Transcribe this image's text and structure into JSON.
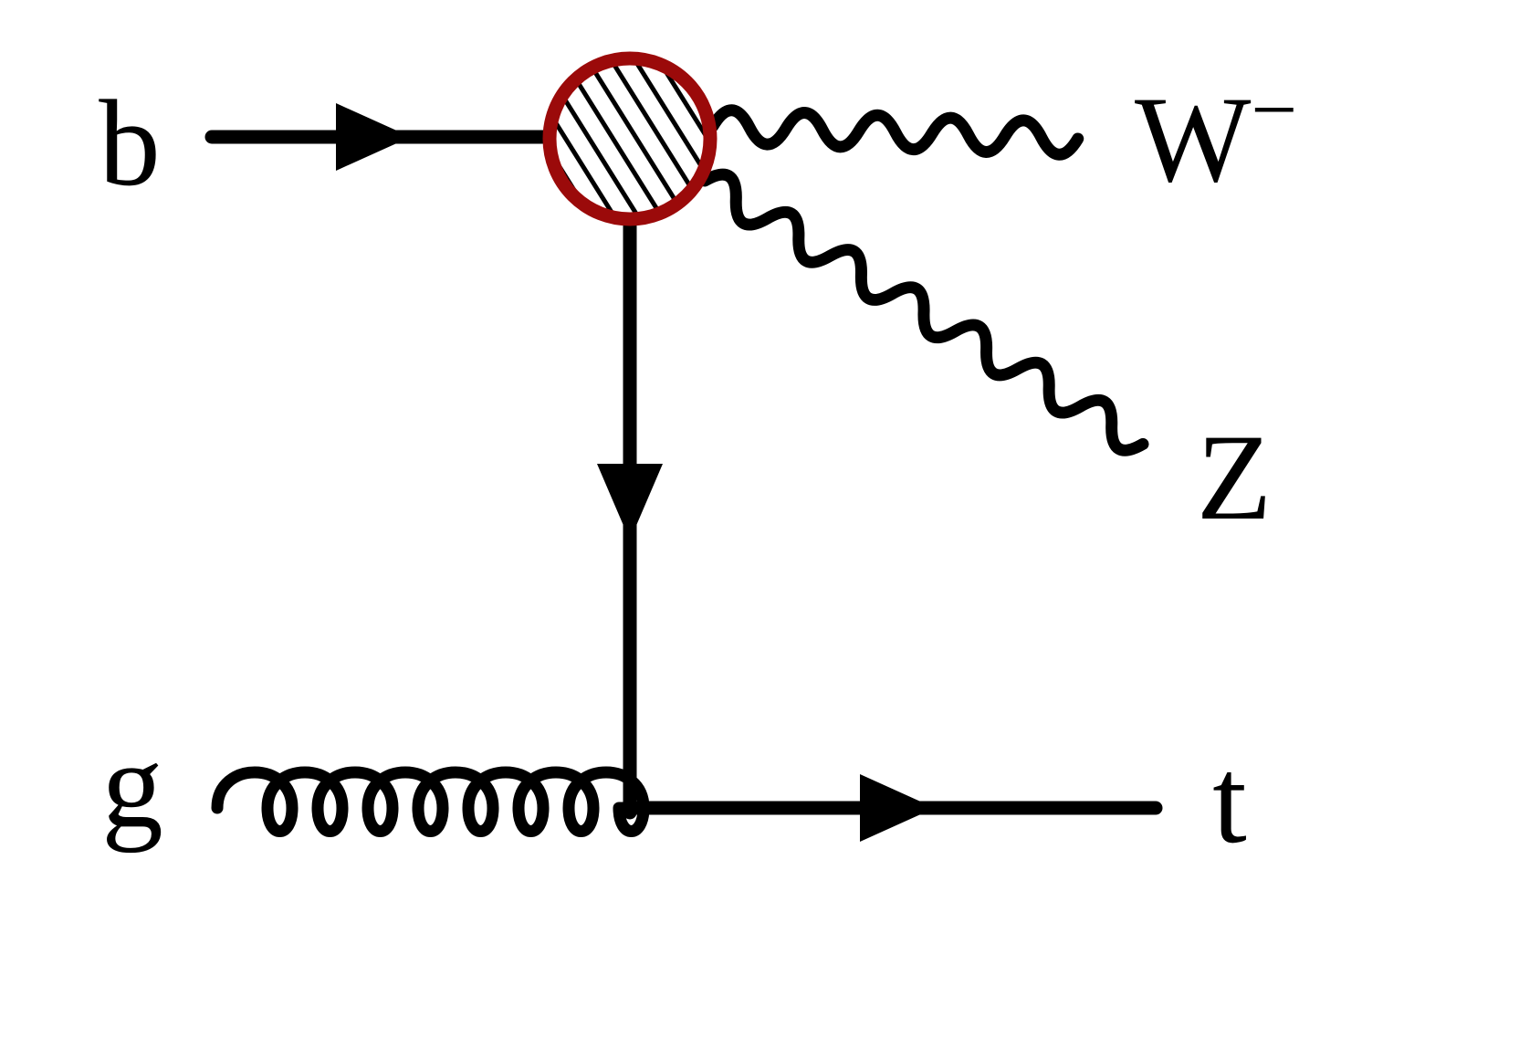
{
  "figure": {
    "background": "#ffffff",
    "colors": {
      "line": "#000000",
      "vertex_ring": "#9b0a0a",
      "hatch": "#000000"
    },
    "labels": {
      "incoming_quark": "b",
      "incoming_gluon": "g",
      "w_boson": "W",
      "w_boson_charge": "−",
      "z_boson": "Z",
      "outgoing_quark": "t"
    }
  }
}
